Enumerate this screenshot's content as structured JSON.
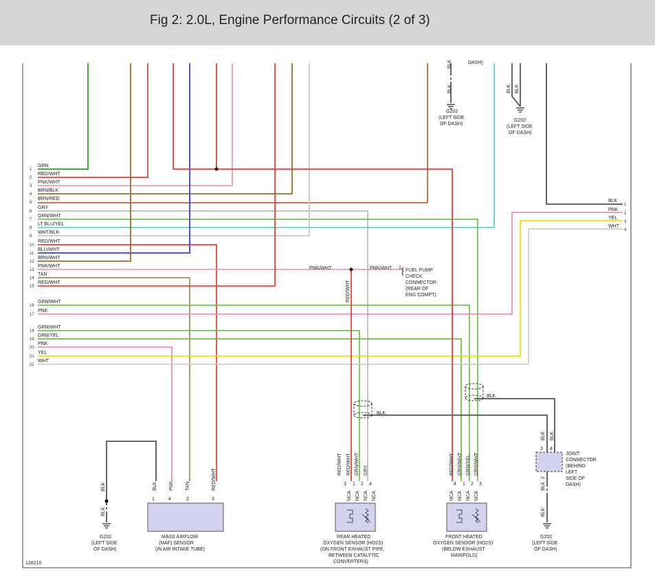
{
  "header": {
    "title": "Fig 2: 2.0L, Engine Performance Circuits (2 of 3)"
  },
  "figure_number": "128210",
  "colors": {
    "GRN": "#2ca02c",
    "RED": "#e8423a",
    "PNK": "#f08cc0",
    "BRN": "#9a6a2a",
    "BRNRED": "#c0643a",
    "GRY": "#bdbdbd",
    "GRNWHT": "#6cc84c",
    "LTBLU": "#5ad8c8",
    "BLU": "#2430d0",
    "TAN": "#a89050",
    "YEL": "#f0e000",
    "WHT": "#cfcfcf",
    "BLK": "#555555",
    "OLIVE": "#8a7a2a",
    "GRNYEL": "#70c040",
    "PNKWHT": "#f09ab8",
    "REDWHT": "#e06060",
    "BRNWHT": "#a06a30",
    "BLUWHT": "#3a40d8",
    "WHTBLK": "#c8c8c8"
  },
  "left_rows": [
    {
      "num": "1",
      "label": "GRN",
      "color": "GRN"
    },
    {
      "num": "2",
      "label": "RED/WHT",
      "color": "RED"
    },
    {
      "num": "3",
      "label": "PNK/WHT",
      "color": "PNKWHT"
    },
    {
      "num": "4",
      "label": "BRN/BLK",
      "color": "OLIVE"
    },
    {
      "num": "5",
      "label": "BRN/RED",
      "color": "BRNRED"
    },
    {
      "num": "6",
      "label": "GRY",
      "color": "GRY"
    },
    {
      "num": "7",
      "label": "GRN/WHT",
      "color": "GRNWHT"
    },
    {
      "num": "8",
      "label": "LT BLU/YEL",
      "color": "LTBLU"
    },
    {
      "num": "9",
      "label": "WHT/BLK",
      "color": "WHTBLK"
    },
    {
      "num": "10",
      "label": "RED/WHT",
      "color": "RED"
    },
    {
      "num": "11",
      "label": "BLU/WHT",
      "color": "BLUWHT"
    },
    {
      "num": "12",
      "label": "BRN/WHT",
      "color": "BRNWHT"
    },
    {
      "num": "13",
      "label": "PNK/WHT",
      "color": "PNKWHT"
    },
    {
      "num": "14",
      "label": "TAN",
      "color": "TAN"
    },
    {
      "num": "15",
      "label": "RED/WHT",
      "color": "RED"
    },
    {
      "num": "16",
      "label": "GRN/WHT",
      "color": "GRNWHT"
    },
    {
      "num": "17",
      "label": "PNK",
      "color": "PNK"
    },
    {
      "num": "18",
      "label": "GRN/WHT",
      "color": "GRNWHT"
    },
    {
      "num": "19",
      "label": "GRN/YEL",
      "color": "GRNYEL"
    },
    {
      "num": "20",
      "label": "PNK",
      "color": "PNK"
    },
    {
      "num": "21",
      "label": "YEL",
      "color": "YEL"
    },
    {
      "num": "22",
      "label": "WHT",
      "color": "WHT"
    }
  ],
  "right_rows": [
    {
      "num": "1",
      "label": "BLK",
      "color": "BLK"
    },
    {
      "num": "2",
      "label": "PNK",
      "color": "PNK"
    },
    {
      "num": "3",
      "label": "YEL",
      "color": "YEL"
    },
    {
      "num": "4",
      "label": "WHT",
      "color": "WHT"
    }
  ],
  "wire_labels": {
    "pnkwht_left": "PNK/WHT",
    "pnkwht_right": "PNK/WHT",
    "redwht_vertical": "RED/WHT",
    "blk": "BLK",
    "blk_top_partial": "BLK",
    "dash_partial": "DASH)"
  },
  "fuel_pump": {
    "pin": "1",
    "lines": [
      "FUEL PUMP",
      "CHECK",
      "CONNECTOR",
      "(REAR OF",
      "ENG COMPT)"
    ]
  },
  "grounds": {
    "top_mid": {
      "wire_labels": [
        "BLK"
      ],
      "lines": [
        "G202",
        "(LEFT SIDE",
        "OF DASH)"
      ]
    },
    "top_right": {
      "wire_labels": [
        "BLK",
        "BLK"
      ],
      "lines": [
        "G202",
        "(LEFT SIDE",
        "OF DASH)"
      ]
    },
    "bottom_left": {
      "wire_labels": [
        "BLK",
        "BLK"
      ],
      "lines": [
        "G202",
        "(LEFT SIDE",
        "OF DASH)"
      ]
    },
    "bottom_right": {
      "wire_labels": [
        "BLK",
        "2",
        "BLK"
      ],
      "lines": [
        "G202",
        "(LEFT SIDE",
        "OF DASH)"
      ]
    }
  },
  "maf": {
    "pins": [
      {
        "pin": "1",
        "wire": "BLK"
      },
      {
        "pin": "4",
        "wire": "PNK"
      },
      {
        "pin": "2",
        "wire": "TAN"
      },
      {
        "pin": "3",
        "wire": "RED/WHT"
      }
    ],
    "lines": [
      "MASS AIRFLOW",
      "(MAF) SENSOR",
      "(IN AIR INTAKE TUBE)"
    ]
  },
  "rear_ho2s": {
    "pins": [
      {
        "pin": "3",
        "wire": "RED/WHT",
        "label": "NCA"
      },
      {
        "pin": "1",
        "wire": "RED/WHT",
        "label": "NCA"
      },
      {
        "pin": "2",
        "wire": "GRN/WHT",
        "label": "NCA"
      },
      {
        "pin": "4",
        "wire": "GRY",
        "label": "NCA"
      }
    ],
    "lines": [
      "REAR HEATED",
      "OXYGEN SENSOR (HO2S)",
      "(ON FRONT EXHAUST PIPE,",
      "BETWEEN CATALYTIC",
      "CONVERTERS)"
    ]
  },
  "front_ho2s": {
    "pins": [
      {
        "pin": "4",
        "wire": "RED/WHT",
        "label": "NCA"
      },
      {
        "pin": "1",
        "wire": "GRN/WHT",
        "label": "NCA"
      },
      {
        "pin": "2",
        "wire": "GRN/YEL",
        "label": "NCA"
      },
      {
        "pin": "3",
        "wire": "GRN/WHT",
        "label": "NCA"
      }
    ],
    "lines": [
      "FRONT HEATED",
      "OXYGEN SENSOR (HO2S)",
      "(BELOW EXHAUST",
      "MANIFOLD)"
    ]
  },
  "joint_connector": {
    "pins_top": [
      {
        "pin": "3",
        "wire": "BLK"
      },
      {
        "pin": "4",
        "wire": "BLK"
      }
    ],
    "lines": [
      "JOINT",
      "CONNECTOR",
      "(BEHIND",
      "LEFT",
      "SIDE OF",
      "DASH)"
    ]
  }
}
